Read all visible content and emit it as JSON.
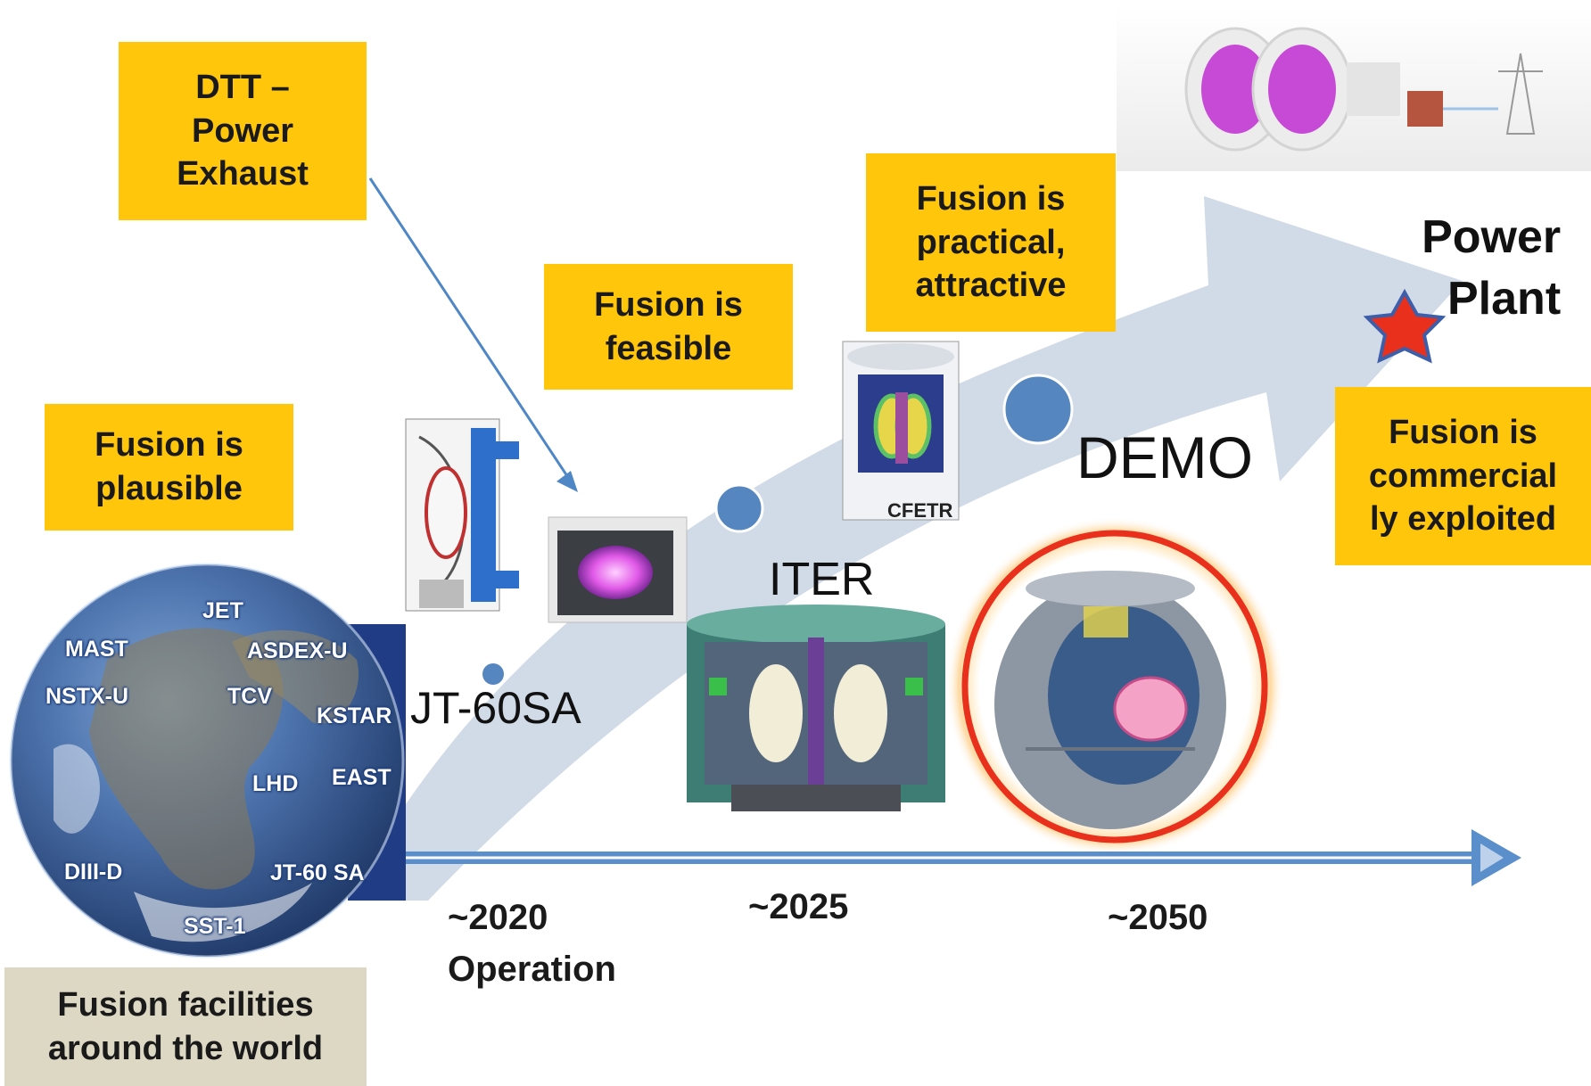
{
  "boxes": {
    "dtt": [
      "DTT –",
      "Power",
      "Exhaust"
    ],
    "plausible": [
      "Fusion is",
      "plausible"
    ],
    "feasible": [
      "Fusion is",
      "feasible"
    ],
    "practical": [
      "Fusion is",
      "practical,",
      "attractive"
    ],
    "commercial": [
      "Fusion is",
      "commercial",
      "ly exploited"
    ],
    "facilities": [
      "Fusion facilities",
      "around the world"
    ]
  },
  "labels": {
    "power_plant": [
      "Power",
      "Plant"
    ],
    "demo": "DEMO",
    "iter": "ITER",
    "jt60sa": "JT-60SA",
    "cfetr": "CFETR"
  },
  "timeline": {
    "year_2020": "~2020",
    "operation": "Operation",
    "year_2025": "~2025",
    "year_2050": "~2050"
  },
  "globe_labels": [
    "JET",
    "MAST",
    "ASDEX-U",
    "NSTX-U",
    "TCV",
    "KSTAR",
    "EAST",
    "LHD",
    "DIII-D",
    "JT-60 SA",
    "SST-1"
  ],
  "colors": {
    "label_box": "#ffc60b",
    "facility_box": "#ddd8c4",
    "arrow_band": "#c9d3e3",
    "dot": "#5586c0",
    "timeline_arrow": "#5b8fcb",
    "demo_ring": "#e8301c",
    "star": "#e8301c"
  }
}
